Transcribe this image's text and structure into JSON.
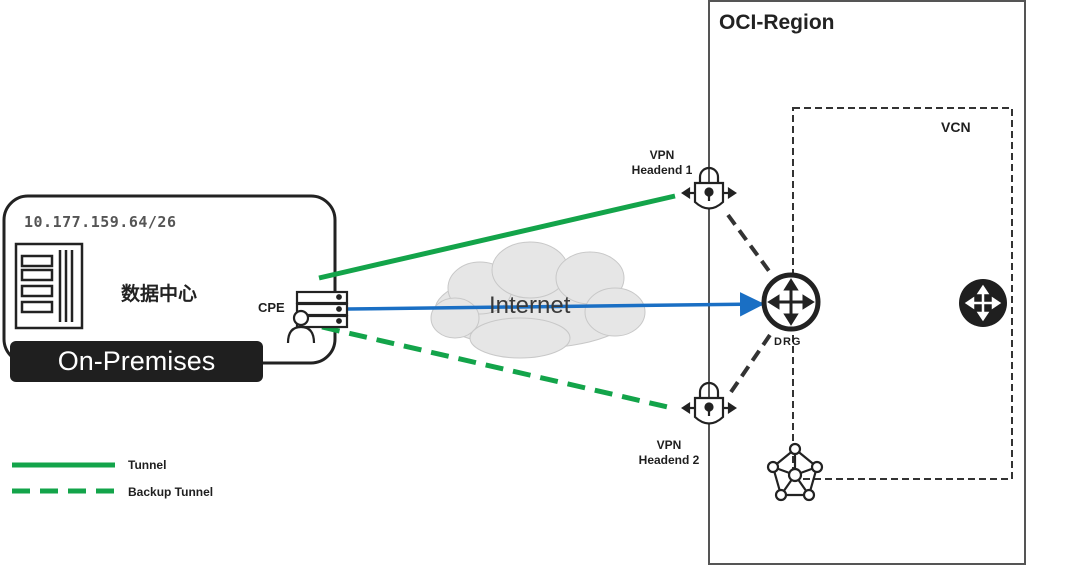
{
  "region": {
    "title": "OCI-Region"
  },
  "vcn": {
    "label": "VCN"
  },
  "on_premises": {
    "cidr": "10.177.159.64/26",
    "datacenter_label": "数据中心",
    "banner": "On-Premises",
    "cpe_label": "CPE"
  },
  "cloud": {
    "label": "Internet"
  },
  "headend1": {
    "line1": "VPN",
    "line2": "Headend 1"
  },
  "headend2": {
    "line1": "VPN",
    "line2": "Headend 2"
  },
  "drg": {
    "label": "DRG"
  },
  "legend": {
    "tunnel": "Tunnel",
    "backup_tunnel": "Backup Tunnel"
  },
  "colors": {
    "tunnel": "#13a44a",
    "internet_line": "#1a6fc4",
    "dark": "#1f1f1f",
    "cloud": "#e6e6e6"
  },
  "icons": {
    "datacenter": "server-rack-icon",
    "cpe": "cpe-router-user-icon",
    "headend": "vpn-lock-icon",
    "drg": "drg-router-icon",
    "vcn_router": "vcn-router-icon",
    "network": "network-mesh-icon"
  }
}
